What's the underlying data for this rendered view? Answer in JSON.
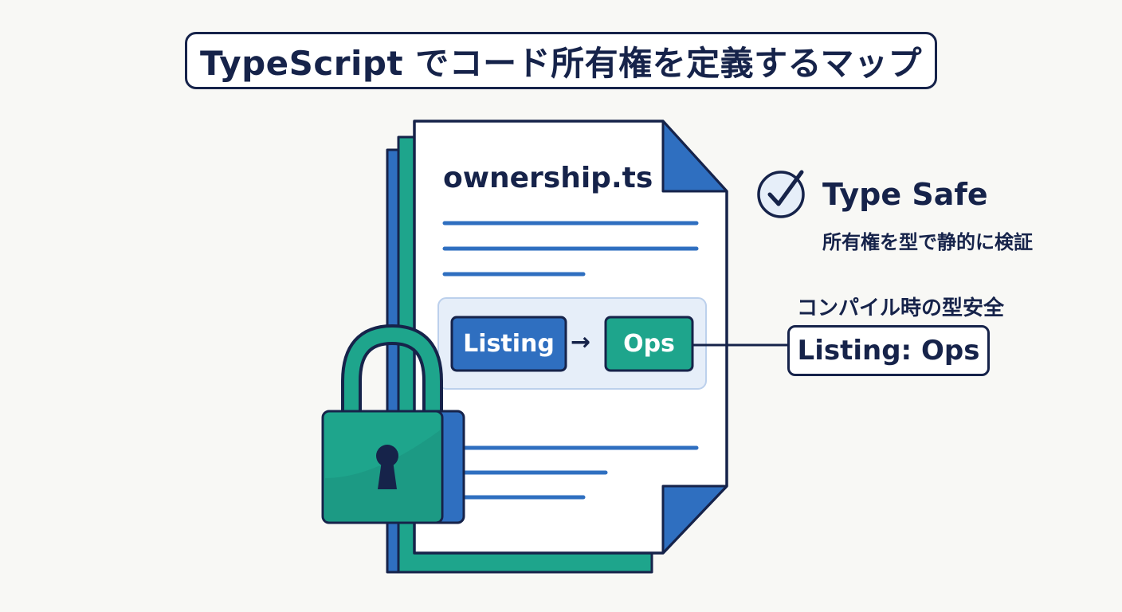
{
  "title": "TypeScript でコード所有権を定義するマップ",
  "document": {
    "filename": "ownership.ts",
    "mapping": {
      "from": "Listing",
      "arrow": "→",
      "to": "Ops"
    }
  },
  "type_safe": {
    "heading": "Type Safe",
    "subtitle": "所有権を型で静的に検証",
    "icon": "check-circle-icon"
  },
  "compile": {
    "label": "コンパイル時の型安全",
    "result": "Listing: Ops"
  },
  "lock": {
    "icon": "padlock-icon"
  },
  "colors": {
    "navy": "#16234a",
    "blue": "#2f6fc0",
    "teal": "#1ea58c",
    "highlight": "#e6eef9"
  }
}
